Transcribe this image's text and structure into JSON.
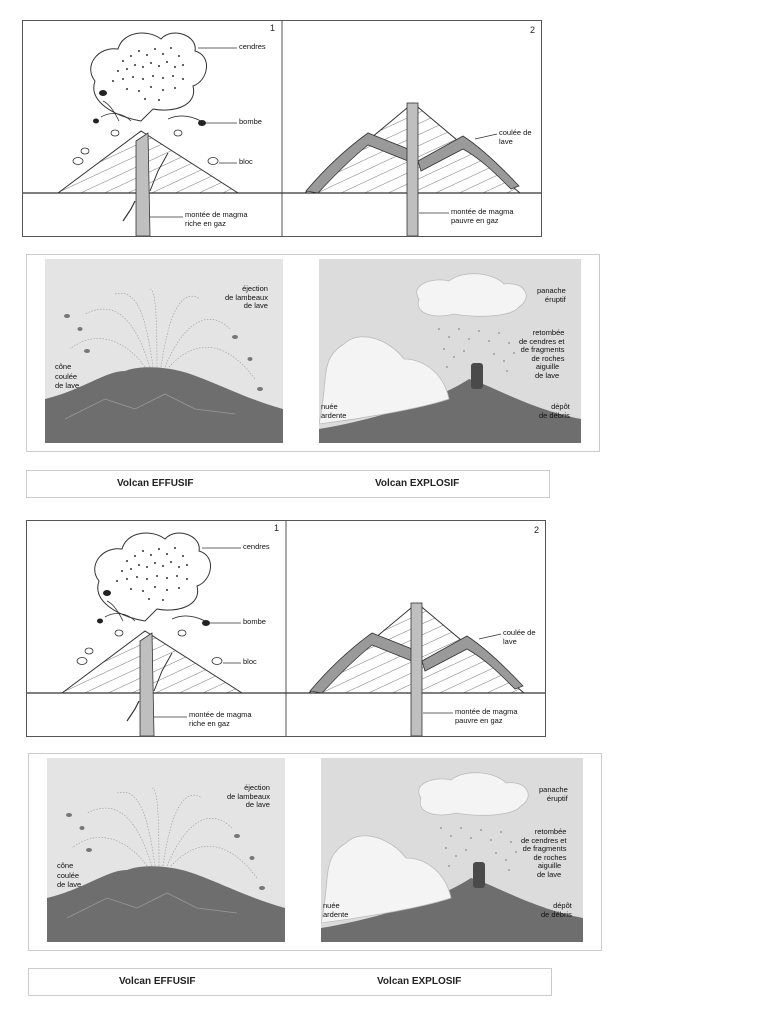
{
  "diagram": {
    "panel1_number": "1",
    "panel2_number": "2",
    "ash_label": "cendres",
    "bomb_label": "bombe",
    "block_label": "bloc",
    "rich_magma_line1": "montée de magma",
    "rich_magma_line2": "riche en gaz",
    "lava_flow_line1": "coulée de",
    "lava_flow_line2": "lave",
    "poor_magma_line1": "montée de magma",
    "poor_magma_line2": "pauvre en gaz"
  },
  "photos": {
    "effusive": {
      "ejection_line1": "éjection",
      "ejection_line2": "de lambeaux",
      "ejection_line3": "de lave",
      "cone_label": "cône",
      "lava_flow_line1": "coulée",
      "lava_flow_line2": "de lave"
    },
    "explosive": {
      "plume_line1": "panache",
      "plume_line2": "éruptif",
      "fallout_line1": "retombée",
      "fallout_line2": "de cendres et",
      "fallout_line3": "de fragments",
      "fallout_line4": "de roches",
      "needle_line1": "aiguille",
      "needle_line2": "de lave",
      "cloud_line1": "nuée",
      "cloud_line2": "ardente",
      "debris_line1": "dépôt",
      "debris_line2": "de débris"
    }
  },
  "captions": {
    "effusive": "Volcan EFFUSIF",
    "explosive": "Volcan EXPLOSIF"
  },
  "colors": {
    "ink": "#333333",
    "conduit": "#bfbfbf",
    "lava": "#9a9a9a",
    "sky": "#dcdcdc",
    "mountain": "#6e6e6e"
  }
}
